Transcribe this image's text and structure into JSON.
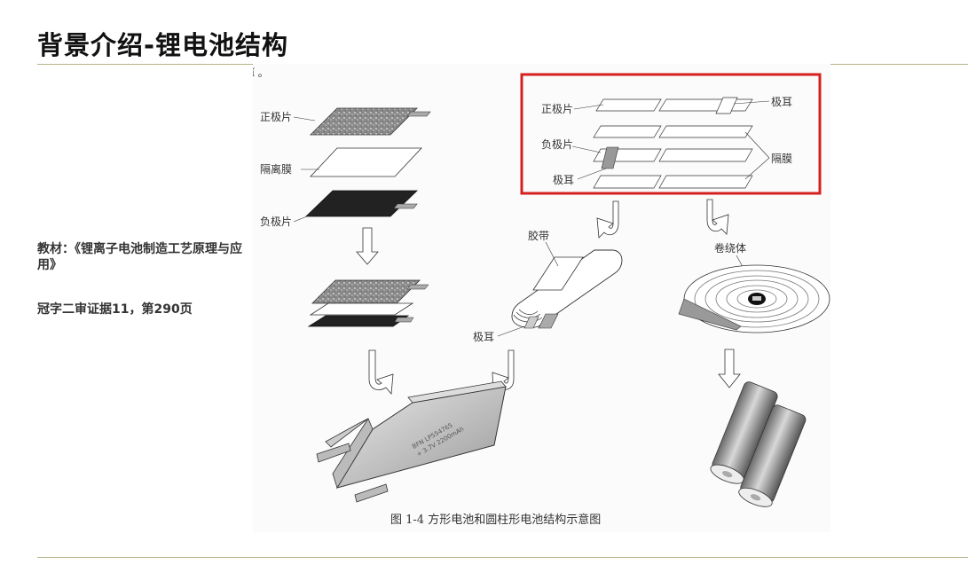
{
  "header": {
    "title": "背景介绍-锂电池结构"
  },
  "sidebar": {
    "textbook": "教材：《锂离子电池制造工艺原理与应用》",
    "reference": "冠字二审证据11，第290页"
  },
  "figure": {
    "top_fragment": "ǐ 。",
    "labels": {
      "positive_plate": "正极片",
      "separator": "隔离膜",
      "negative_plate": "负极片",
      "tab": "极耳",
      "tape": "胶带",
      "jelly_roll": "卷绕体",
      "separator2": "隔膜"
    },
    "caption": "图 1-4   方形电池和圆柱形电池结构示意图",
    "battery_lettering": {
      "line1": "BFN  LP554765",
      "line2": "+ 3.7V 2200mAh"
    },
    "colors": {
      "highlight_box": "#d62020",
      "rule": "#b8b488"
    }
  }
}
